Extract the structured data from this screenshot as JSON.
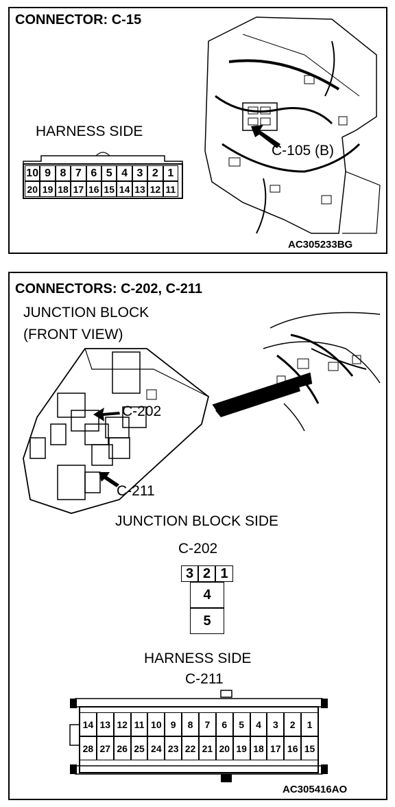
{
  "panel1": {
    "title": "CONNECTOR: C-15",
    "side_label": "HARNESS SIDE",
    "pins_top": [
      "10",
      "9",
      "8",
      "7",
      "6",
      "5",
      "4",
      "3",
      "2",
      "1"
    ],
    "pins_bottom": [
      "20",
      "19",
      "18",
      "17",
      "16",
      "15",
      "14",
      "13",
      "12",
      "11"
    ],
    "callout": "C-105 (B)",
    "code": "AC305233BG"
  },
  "panel2": {
    "title": "CONNECTORS: C-202, C-211",
    "jb_line1": "JUNCTION BLOCK",
    "jb_line2": "(FRONT VIEW)",
    "callout_202": "C-202",
    "callout_211": "C-211",
    "jb_side_label": "JUNCTION BLOCK SIDE",
    "c202_label": "C-202",
    "c202_pins_top": [
      "3",
      "2",
      "1"
    ],
    "c202_pin_mid": "4",
    "c202_pin_bottom": "5",
    "harness_side_label": "HARNESS SIDE",
    "c211_label": "C-211",
    "c211_pins_top": [
      "14",
      "13",
      "12",
      "11",
      "10",
      "9",
      "8",
      "7",
      "6",
      "5",
      "4",
      "3",
      "2",
      "1"
    ],
    "c211_pins_bottom": [
      "28",
      "27",
      "26",
      "25",
      "24",
      "23",
      "22",
      "21",
      "20",
      "19",
      "18",
      "17",
      "16",
      "15"
    ],
    "code": "AC305416AO"
  }
}
